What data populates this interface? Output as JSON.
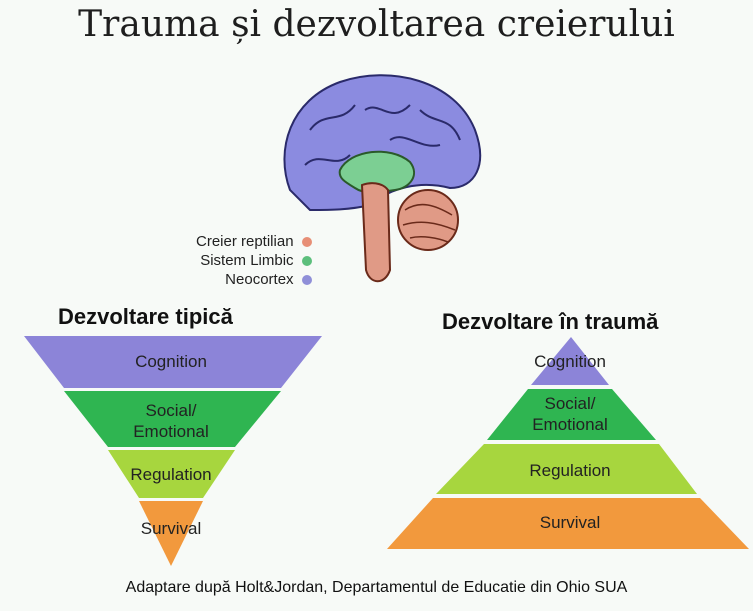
{
  "title": "Trauma și dezvoltarea creierului",
  "legend": [
    {
      "label": "Creier reptilian",
      "color": "#e78f76"
    },
    {
      "label": "Sistem Limbic",
      "color": "#5cbf7c"
    },
    {
      "label": "Neocortex",
      "color": "#8f8fd8"
    }
  ],
  "typical": {
    "heading": "Dezvoltare tipică",
    "levels": [
      "Cognition",
      "Social/\nEmotional",
      "Regulation",
      "Survival"
    ]
  },
  "trauma": {
    "heading": "Dezvoltare în traumă",
    "levels": [
      "Cognition",
      "Social/\nEmotional",
      "Regulation",
      "Survival"
    ]
  },
  "colors": {
    "cognition": "#8c84d8",
    "social": "#2fb551",
    "regulation": "#a7d63e",
    "survival": "#f2993d",
    "brain_cortex": "#8b8be0",
    "brain_limbic": "#7ccf93",
    "brain_reptilian": "#e09a86"
  },
  "footer": "Adaptare după Holt&Jordan, Departamentul de Educatie din Ohio SUA"
}
